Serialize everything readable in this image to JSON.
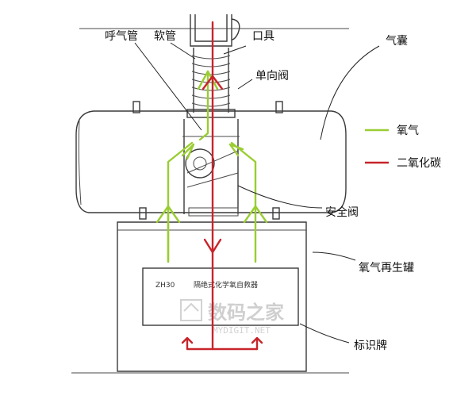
{
  "labels": {
    "exhalation_tube": "呼气管",
    "hose": "软管",
    "mouthpiece": "口具",
    "air_bag": "气囊",
    "check_valve": "单向阀",
    "safety_valve": "安全阀",
    "regenerator_canister": "氧气再生罐",
    "nameplate": "标识牌"
  },
  "legend": {
    "oxygen": "氧气",
    "carbon_dioxide": "二氧化碳"
  },
  "nameplate": {
    "model": "ZH30",
    "title": "隔绝式化学氧自救器"
  },
  "watermark": {
    "text": "数码之家",
    "sub": "MYDIGIT.NET"
  },
  "colors": {
    "oxygen": "#9ACD32",
    "carbon_dioxide": "#C8242B",
    "line_art": "#3a3a3a"
  }
}
